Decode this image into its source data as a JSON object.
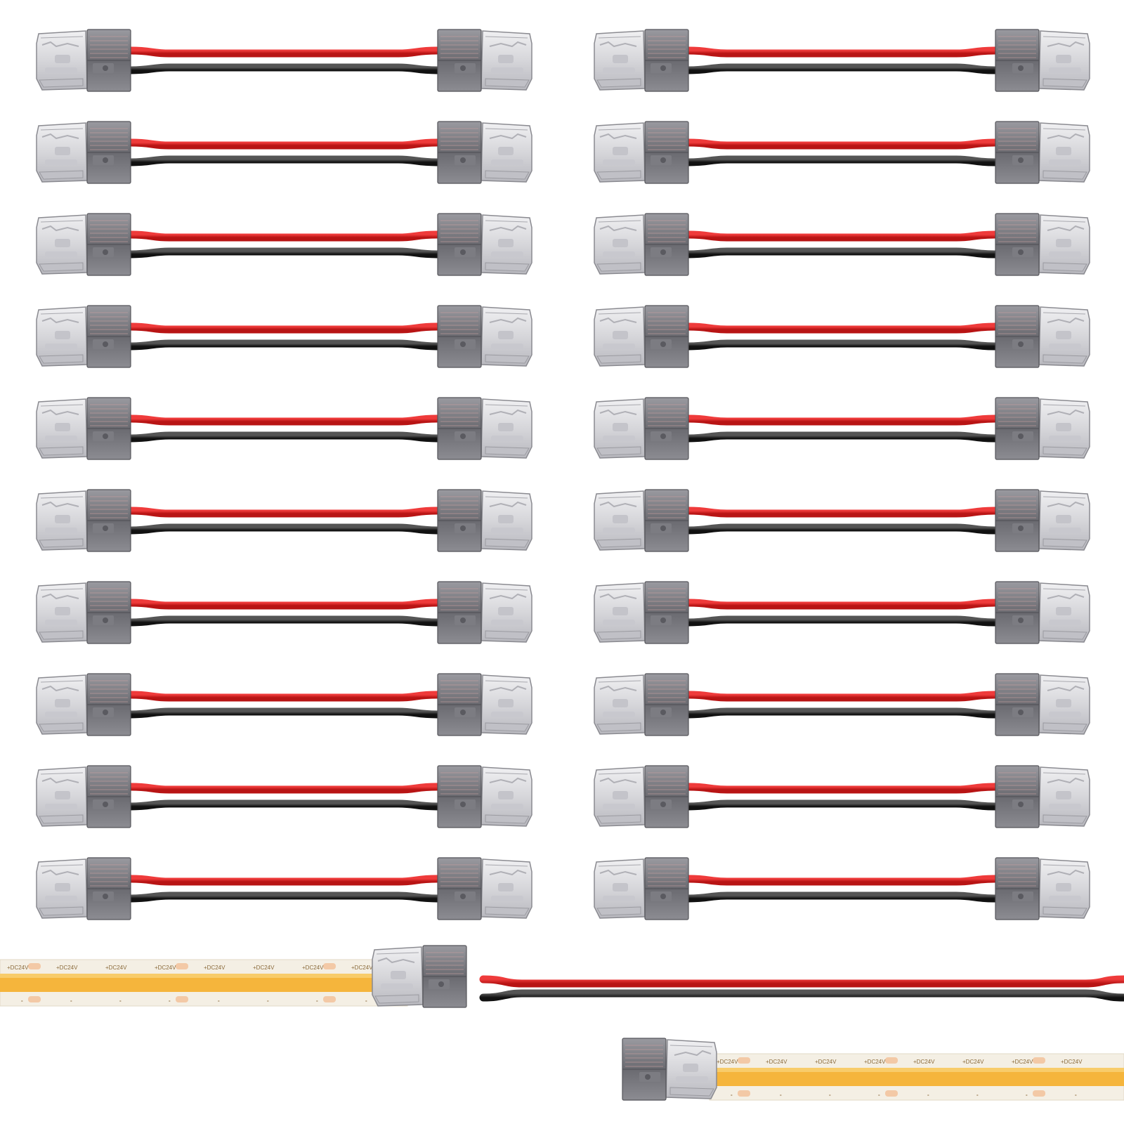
{
  "image": {
    "background": "#ffffff",
    "subject": "solderless LED strip connector cables",
    "cable_count": 20,
    "columns": 2,
    "rows": 10
  },
  "colors": {
    "wire_red": "#d41f1f",
    "wire_black": "#1e1e1e",
    "connector_body": "#d9d9dc",
    "connector_dark": "#6e6e73",
    "connector_edge": "#8a8a90",
    "strip_base": "#f4efe4",
    "strip_led": "#f5b53c",
    "led_chip": "#f3c9a6"
  },
  "strip_markings": {
    "voltage": "+DC24V",
    "negative": "-"
  }
}
